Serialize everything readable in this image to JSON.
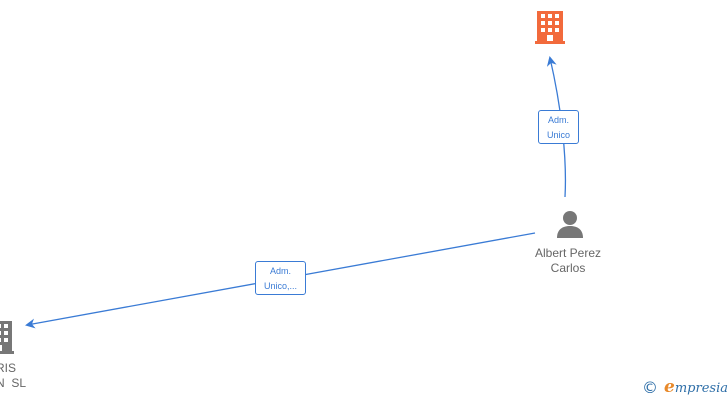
{
  "nodes": {
    "company_top": {
      "kind": "company",
      "label": "",
      "color": "#f26a3c",
      "icon": "building-icon"
    },
    "person": {
      "kind": "person",
      "label_line1": "Albert Perez",
      "label_line2": "Carlos",
      "color": "#777777",
      "icon": "person-icon"
    },
    "company_left": {
      "kind": "company",
      "label_line1": "RIS",
      "label_line2": "N  SL",
      "color": "#777777",
      "icon": "building-icon"
    }
  },
  "edges": [
    {
      "from": "person",
      "to": "company_top",
      "label_line1": "Adm.",
      "label_line2": "Unico",
      "color": "#3a7bd5"
    },
    {
      "from": "person",
      "to": "company_left",
      "label_line1": "Adm.",
      "label_line2": "Unico,...",
      "color": "#3a7bd5"
    }
  ],
  "watermark": {
    "copyright_symbol": "©",
    "brand_initial": "e",
    "brand_rest": "mpresia"
  }
}
